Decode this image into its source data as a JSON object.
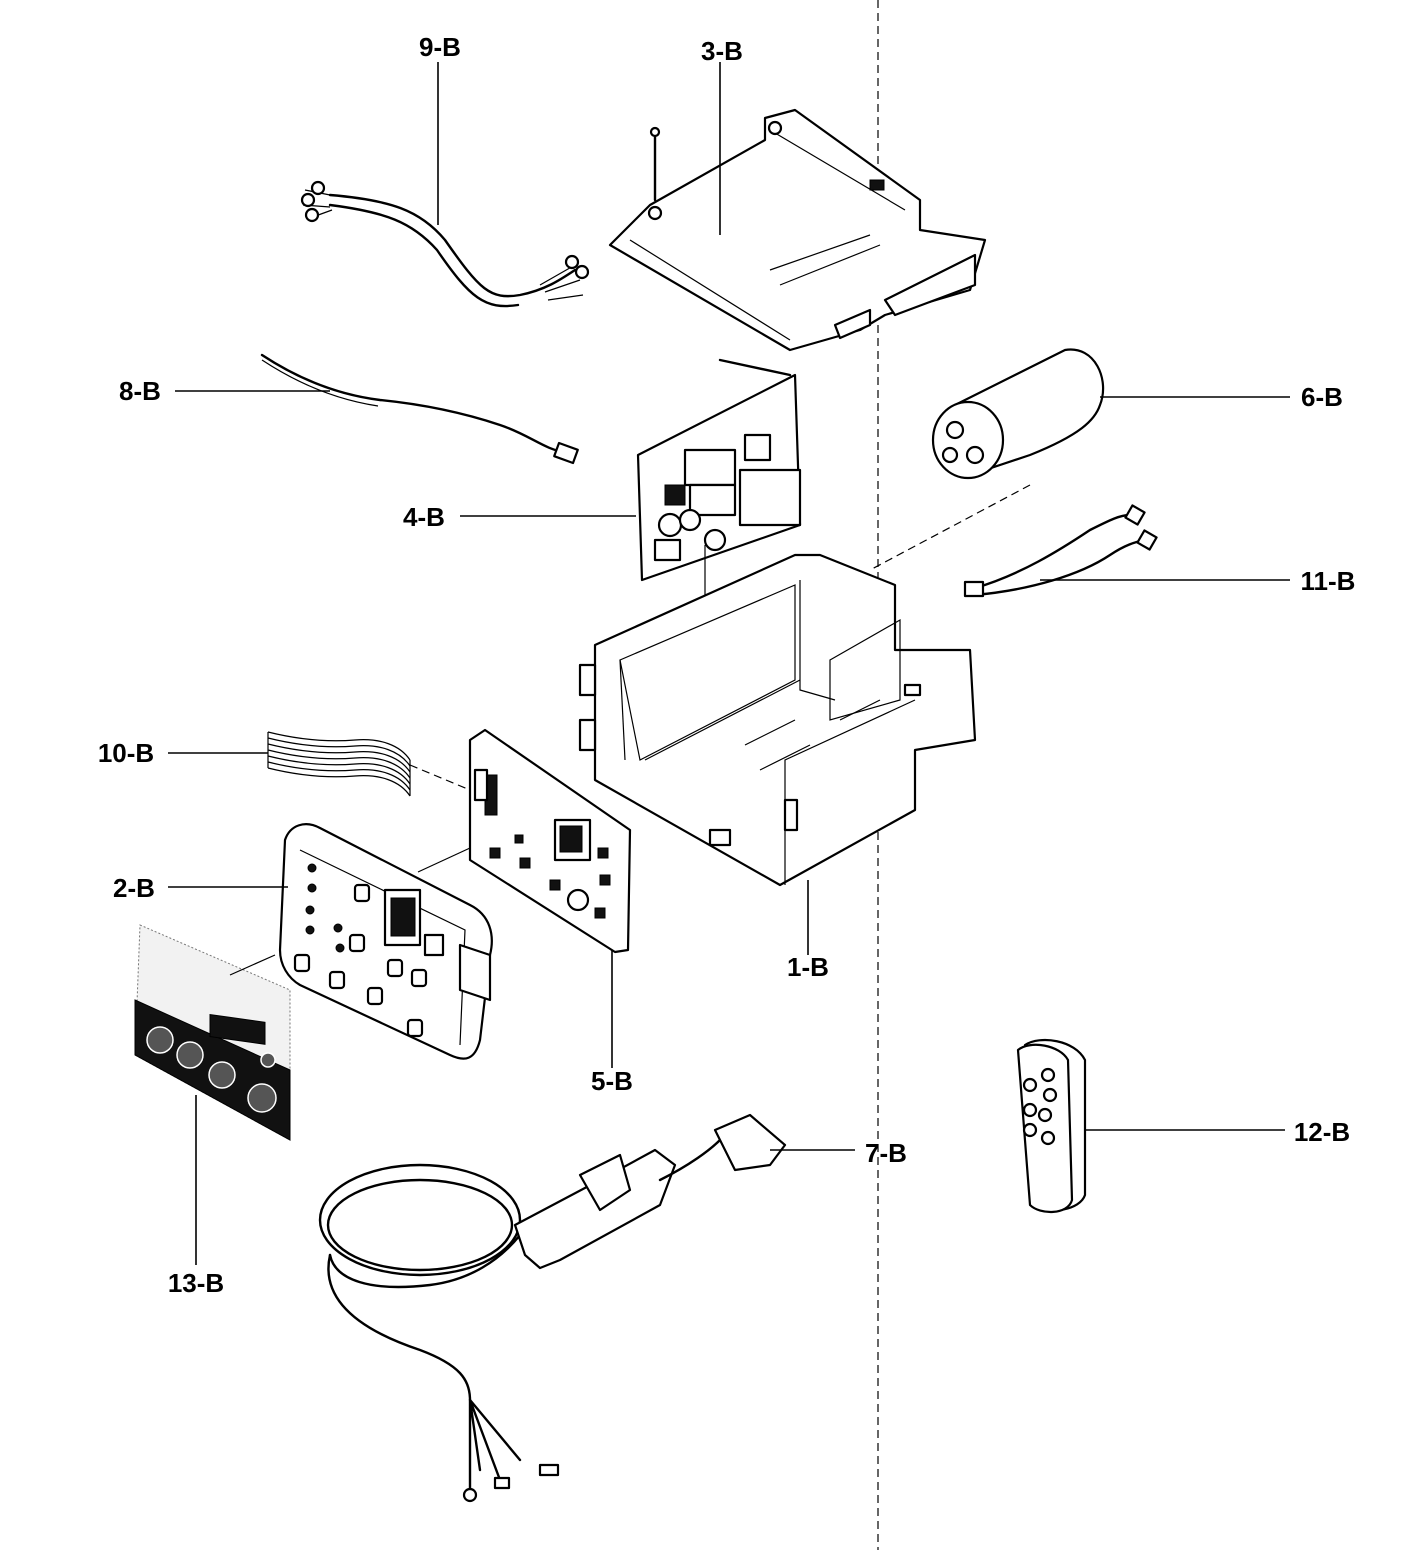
{
  "labels": {
    "p1": "1-B",
    "p2": "2-B",
    "p3": "3-B",
    "p4": "4-B",
    "p5": "5-B",
    "p6": "6-B",
    "p7": "7-B",
    "p8": "8-B",
    "p9": "9-B",
    "p10": "10-B",
    "p11": "11-B",
    "p12": "12-B",
    "p13": "13-B"
  }
}
